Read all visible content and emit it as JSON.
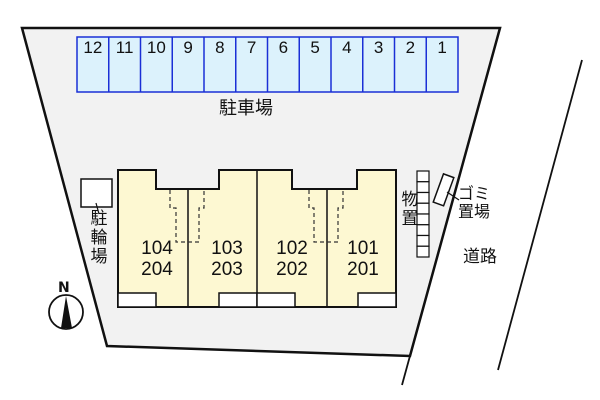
{
  "colors": {
    "lot_fill": "#f2f2f2",
    "parking_fill": "#dcf2fc",
    "parking_border": "#1a2fd6",
    "building_fill": "#fdf8d2",
    "line": "#111111"
  },
  "parking": {
    "label": "駐車場",
    "slots": [
      "12",
      "11",
      "10",
      "9",
      "8",
      "7",
      "6",
      "5",
      "4",
      "3",
      "2",
      "1"
    ]
  },
  "bike_parking": {
    "label_chars": [
      "駐",
      "輪",
      "場"
    ]
  },
  "units": [
    {
      "ground": "104",
      "upper": "204"
    },
    {
      "ground": "103",
      "upper": "203"
    },
    {
      "ground": "102",
      "upper": "202"
    },
    {
      "ground": "101",
      "upper": "201"
    }
  ],
  "storage": {
    "label_chars": [
      "物",
      "置"
    ]
  },
  "garbage": {
    "line1": "ゴミ",
    "line2": "置場"
  },
  "road": {
    "label": "道路"
  },
  "compass": {
    "north": "N"
  }
}
